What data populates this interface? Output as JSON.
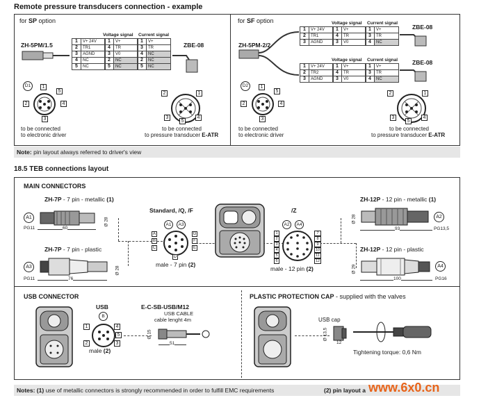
{
  "page": {
    "section_title": "Remote pressure transducers connection - example",
    "note_label": "Note:",
    "note_text": "pin layout always referred to driver's view",
    "teb_title": "18.5  TEB connections layout",
    "bottom_notes_label": "Notes: (1)",
    "bottom_notes_text": "use of metallic connectors is strongly recommended in order to fulfill EMC requirements",
    "bottom_notes_2": "(2) pin layout a",
    "watermark": "www.6x0.cn"
  },
  "sp": {
    "option_prefix": "for ",
    "option_bold": "SP",
    "option_suffix": " option",
    "connector": "ZH-5PM/1.5",
    "cable": "ZBE-08",
    "hdr_voltage": "Voltage signal",
    "hdr_current": "Current signal",
    "left_rows": [
      {
        "n": "1",
        "t": "V+ 24V"
      },
      {
        "n": "2",
        "t": "TR1"
      },
      {
        "n": "3",
        "t": "AGND"
      },
      {
        "n": "4",
        "t": "NC"
      },
      {
        "n": "5",
        "t": "NC"
      }
    ],
    "volt_rows": [
      {
        "n": "1",
        "t": "V+"
      },
      {
        "n": "4",
        "t": "TR"
      },
      {
        "n": "3",
        "t": "V0"
      },
      {
        "n": "2",
        "t": "NC"
      },
      {
        "n": "5",
        "t": "NC"
      }
    ],
    "curr_rows": [
      {
        "n": "1",
        "t": "V+"
      },
      {
        "n": "3",
        "t": "TR"
      },
      {
        "n": "4",
        "t": "NC"
      },
      {
        "n": "2",
        "t": "NC"
      },
      {
        "n": "5",
        "t": "NC"
      }
    ],
    "d_label": "D1",
    "to_driver": "to be connected\nto electronic driver",
    "to_transducer_1": "to be connected",
    "to_transducer_2": "to pressure transducer ",
    "to_transducer_bold": "E-ATR"
  },
  "sf": {
    "option_prefix": "for ",
    "option_bold": "SF",
    "option_suffix": " option",
    "connector": "ZH-5PM-2/2",
    "cable_1": "ZBE-08",
    "cable_2": "ZBE-08",
    "hdr_voltage": "Voltage signal",
    "hdr_current": "Current signal",
    "top_left": [
      {
        "n": "1",
        "t": "V+ 24V"
      },
      {
        "n": "2",
        "t": "TR1"
      },
      {
        "n": "3",
        "t": "AGND"
      }
    ],
    "top_volt": [
      {
        "n": "1",
        "t": "V+"
      },
      {
        "n": "4",
        "t": "TR"
      },
      {
        "n": "3",
        "t": "V0"
      }
    ],
    "top_curr": [
      {
        "n": "1",
        "t": "V+"
      },
      {
        "n": "3",
        "t": "TR"
      },
      {
        "n": "4",
        "t": "NC"
      }
    ],
    "bot_left": [
      {
        "n": "1",
        "t": "V+ 24V"
      },
      {
        "n": "2",
        "t": "TR2"
      },
      {
        "n": "3",
        "t": "AGND"
      }
    ],
    "bot_volt": [
      {
        "n": "1",
        "t": "V+"
      },
      {
        "n": "4",
        "t": "TR"
      },
      {
        "n": "3",
        "t": "V0"
      }
    ],
    "bot_curr": [
      {
        "n": "1",
        "t": "V+"
      },
      {
        "n": "3",
        "t": "TR"
      },
      {
        "n": "4",
        "t": "NC"
      }
    ],
    "d_label": "D2",
    "to_driver": "to be connected\nto electronic driver",
    "to_transducer_1": "to be connected",
    "to_transducer_2": "to pressure transducer ",
    "to_transducer_bold": "E-ATR"
  },
  "teb": {
    "main_title": "MAIN CONNECTORS",
    "zh7p_metal": "ZH-7P",
    "zh7p_metal_desc": " - 7 pin - metallic ",
    "note1": "(1)",
    "zh7p_plastic": "ZH-7P",
    "zh7p_plastic_desc": " - 7 pin - plastic",
    "a1": "A1",
    "a3": "A3",
    "a2": "A2",
    "a4": "A4",
    "pg11_a": "PG11",
    "pg11_b": "PG11",
    "dim_60": "60",
    "dim_76": "76",
    "dim_28a": "Ø 28",
    "dim_28b": "Ø 28",
    "standard": "Standard, /Q, /F",
    "male7": "male - 7 pin ",
    "note2": "(2)",
    "z_label": "/Z",
    "male12": "male - 12 pin ",
    "zh12p_metal": "ZH-12P",
    "zh12p_metal_desc": " - 12 pin - metallic ",
    "zh12p_plastic": "ZH-12P",
    "zh12p_plastic_desc": " - 12 pin - plastic",
    "dim_93": "93",
    "dim_100": "100",
    "dim_28c": "Ø 28",
    "dim_29": "Ø 29",
    "pg135": "PG13,5",
    "pg16": "PG16",
    "pins7": [
      "A",
      "B",
      "C",
      "D",
      "E",
      "F",
      "G"
    ],
    "pins12_left": [
      "1",
      "2",
      "3",
      "4",
      "5",
      "6"
    ],
    "pins12_right": [
      "7",
      "8",
      "9",
      "10",
      "11",
      "12"
    ]
  },
  "usb": {
    "title": "USB CONNECTOR",
    "usb_label": "USB",
    "b_label": "B",
    "male": "male ",
    "note2": "(2)",
    "cable_name": "E-C-SB-USB/M12",
    "cable_desc_1": "USB CABLE",
    "cable_desc_2": "cable lenght 4m",
    "dim_51": "51",
    "dim_15": "Ø 15",
    "pins": [
      "1",
      "2",
      "3",
      "4",
      "5"
    ]
  },
  "cap": {
    "title": "PLASTIC PROTECTION CAP",
    "desc": " - supplied with the valves",
    "usb_cap": "USB cap",
    "dim_135": "Ø 13,5",
    "dim_12": "12",
    "torque": "Tightening torque: 0,6 Nm"
  }
}
